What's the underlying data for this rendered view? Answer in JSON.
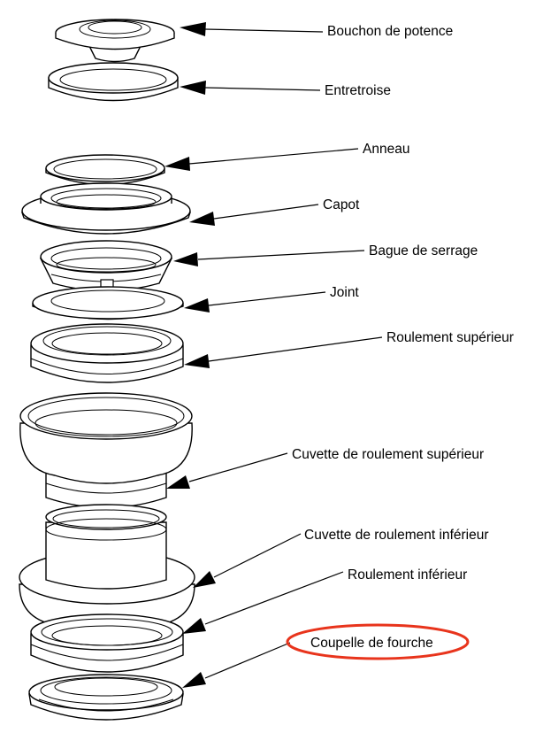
{
  "labels": {
    "stem_cap": "Bouchon de potence",
    "spacer": "Entretroise",
    "ring": "Anneau",
    "cover": "Capot",
    "clamp_ring": "Bague de serrage",
    "seal": "Joint",
    "upper_bearing": "Roulement supérieur",
    "upper_cup": "Cuvette de roulement supérieur",
    "lower_cup": "Cuvette de roulement inférieur",
    "lower_bearing": "Roulement inférieur",
    "crown_race": "Coupelle de fourche"
  },
  "highlight": {
    "target": "crown_race",
    "color": "#e8341c"
  },
  "colors": {
    "line": "#000000",
    "background": "#ffffff"
  }
}
